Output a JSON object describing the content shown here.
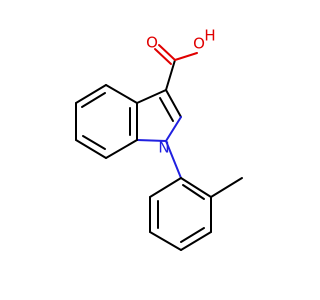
{
  "structure": {
    "atoms": [
      {
        "id": "O1",
        "symbol": "O",
        "color": "#e00000"
      },
      {
        "id": "O2",
        "symbol": "O",
        "color": "#e00000"
      },
      {
        "id": "H1",
        "symbol": "H",
        "color": "#e00000"
      },
      {
        "id": "N1",
        "symbol": "N",
        "color": "#2020e0"
      }
    ]
  }
}
